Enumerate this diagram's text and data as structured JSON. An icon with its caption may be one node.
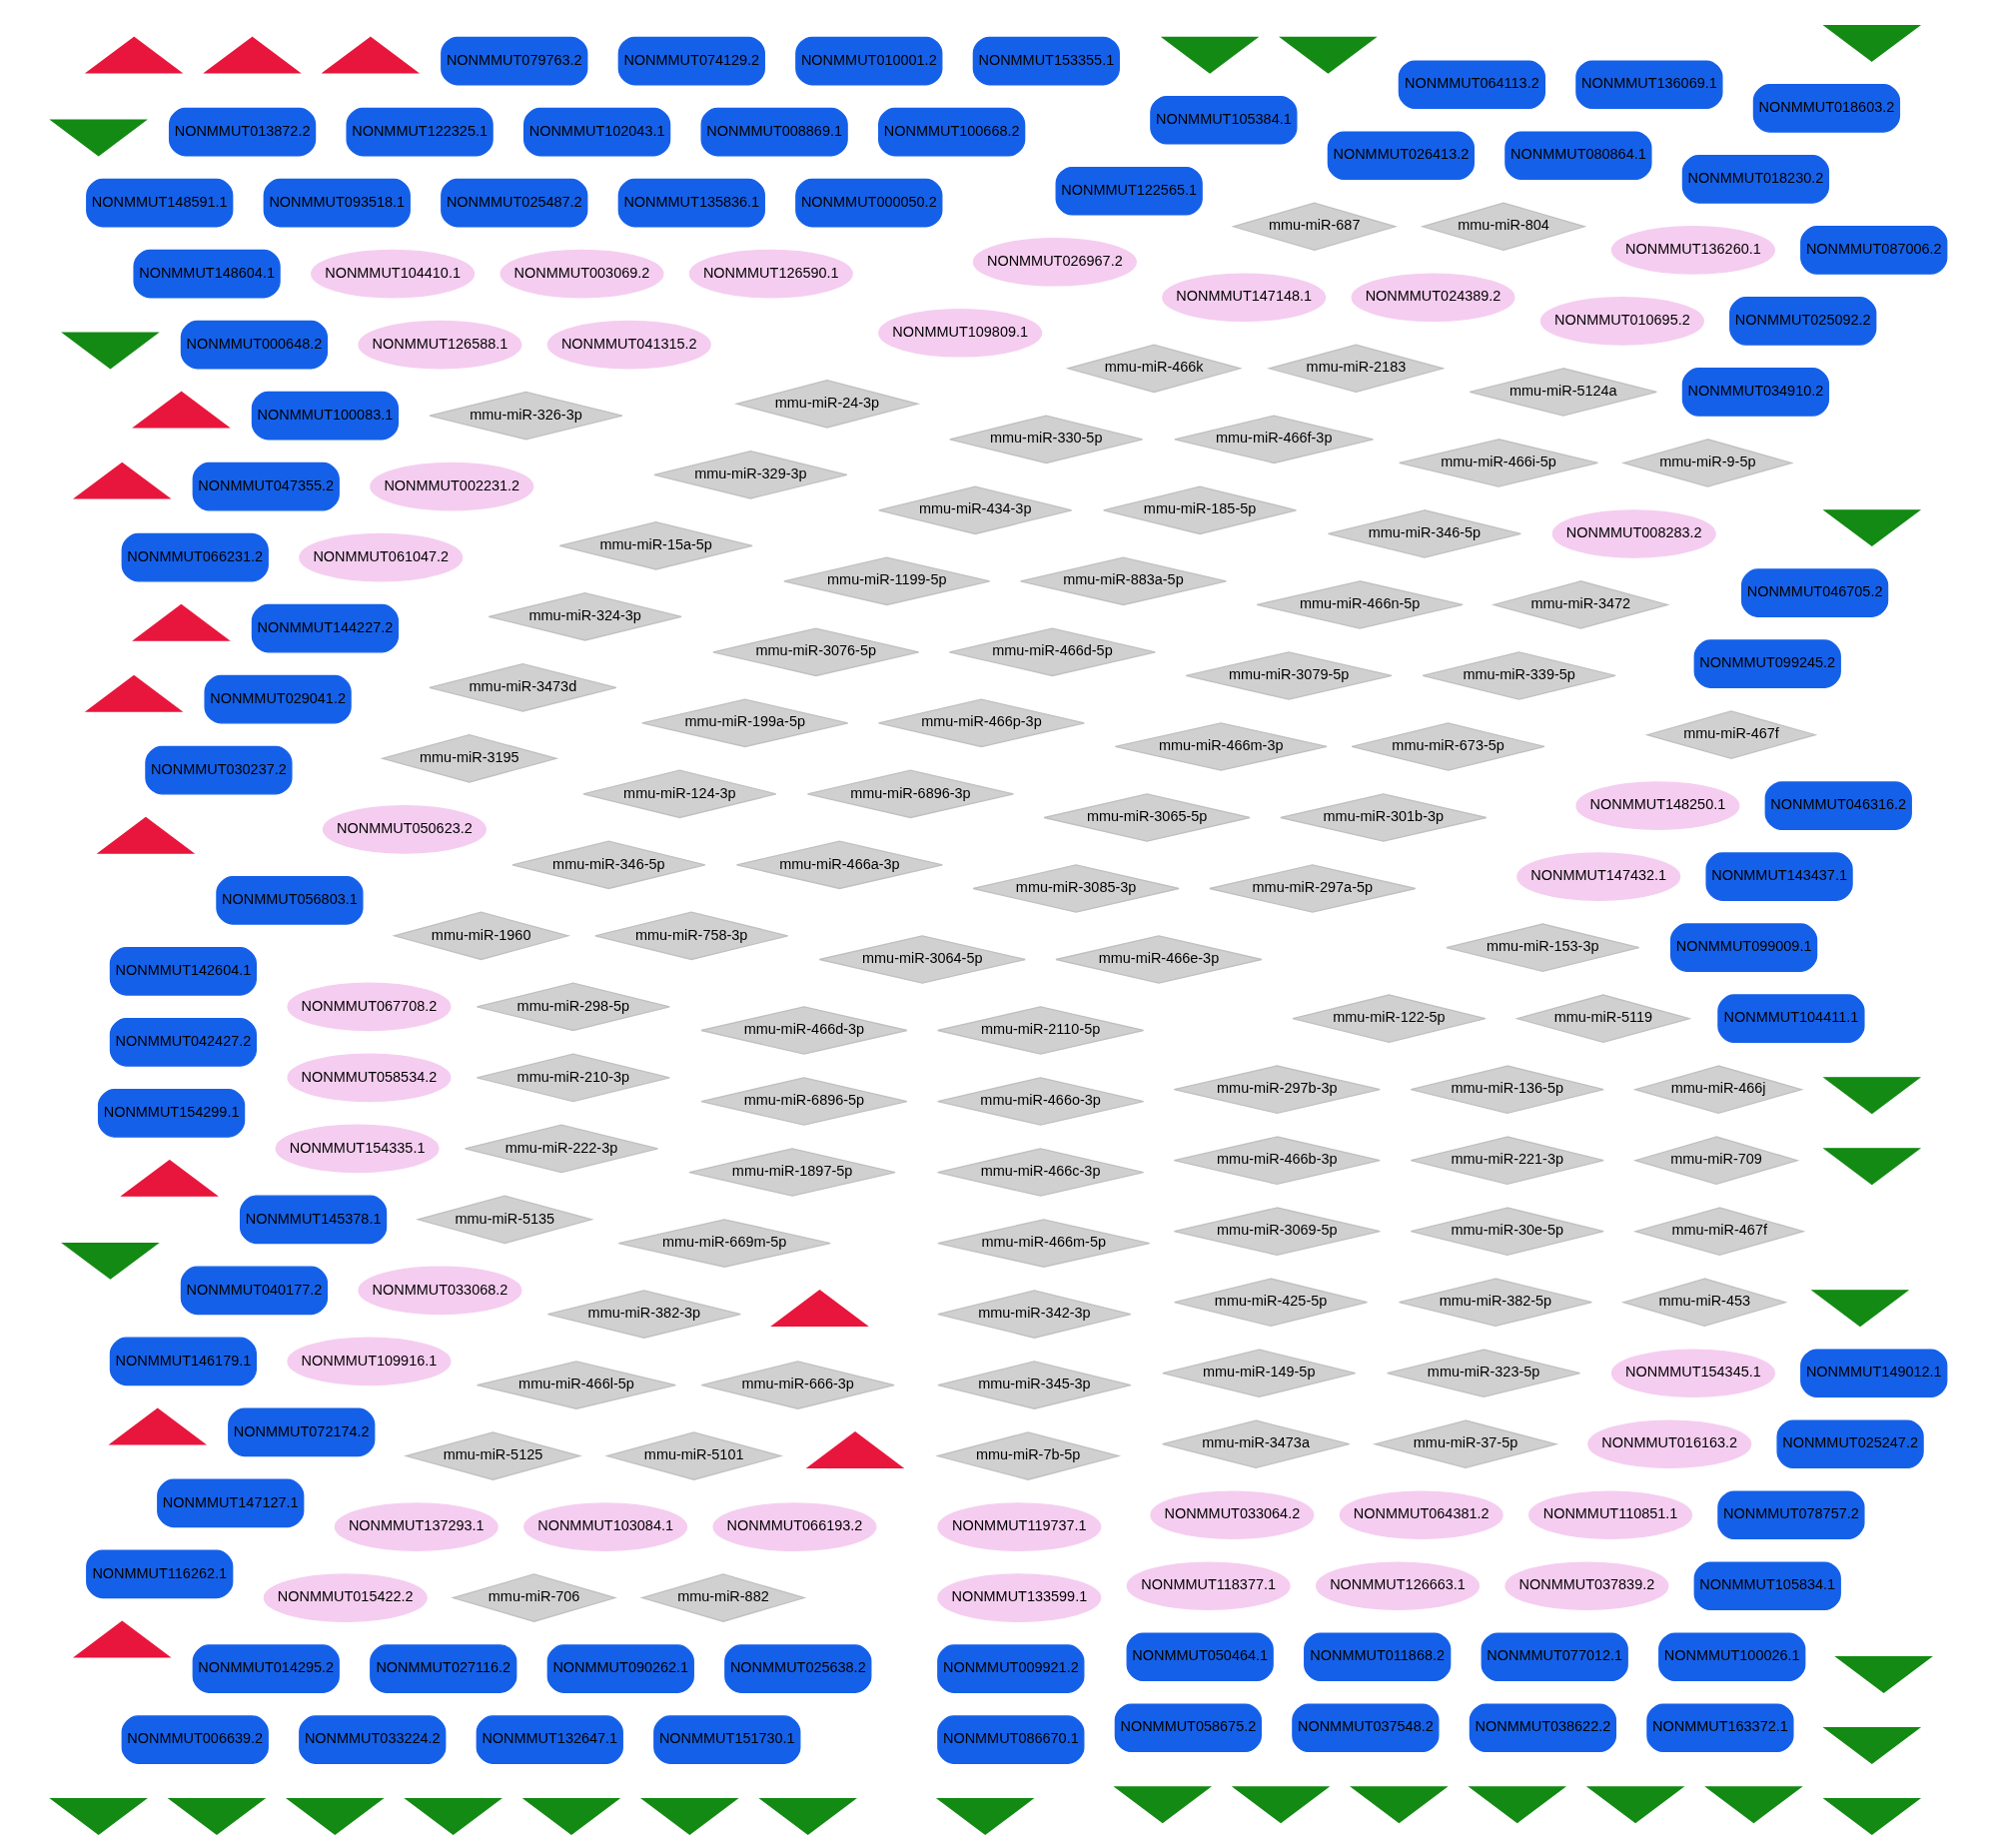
{
  "diagram": {
    "nodes": [
      {
        "text": [
          "NONMMUT100083.1"
        ]
      },
      {
        "text": [
          "NONMMUT144227.2"
        ]
      },
      {
        "text": [
          "NONMMUT145378.1"
        ]
      },
      {
        "text": [
          "NONMMUT072174.2"
        ]
      },
      {
        "text": [
          "NONMMUT000050.2"
        ]
      },
      {
        "text": [
          "NONMMUT135836.1"
        ]
      },
      {
        "text": [
          "NONMMUT025487.2"
        ]
      },
      {
        "text": [
          "NONMMUT093518.1"
        ]
      },
      {
        "text": [
          "NONMMUT056803.1"
        ]
      },
      {
        "text": [
          "NONMMUT050464.1"
        ]
      },
      {
        "text": [
          "NONMMUT011868.2"
        ]
      },
      {
        "text": [
          "NONMMUT077012.1"
        ]
      },
      {
        "text": [
          "NONMMUT100026.1"
        ]
      },
      {
        "text": [
          "NONMMUT099009.1"
        ]
      },
      {
        "text": [
          "NONMMUT122565.1"
        ]
      },
      {
        "text": [
          "NONMMUT029041.2"
        ]
      },
      {
        "text": [
          "NONMMUT009921.2"
        ]
      },
      {
        "text": [
          "NONMMUT034910.2"
        ]
      },
      {
        "text": [
          "NONMMUT018230.2"
        ]
      },
      {
        "text": [
          "NONMMUT047355.2"
        ]
      },
      {
        "text": [
          "NONMMUT014295.2"
        ]
      },
      {
        "text": [
          "NONMMUT027116.2"
        ]
      },
      {
        "text": [
          "NONMMUT090262.1"
        ]
      },
      {
        "text": [
          "NONMMUT025638.2"
        ]
      },
      {
        "text": [
          "NONMMUT105834.1"
        ]
      },
      {
        "text": [
          "NONMMUT099245.2"
        ]
      },
      {
        "text": [
          "NONMMUT000648.2"
        ]
      },
      {
        "text": [
          "NONMMUT040177.2"
        ]
      },
      {
        "text": [
          "NONMMUT143437.1"
        ]
      },
      {
        "text": [
          "NONMMUT080864.1"
        ]
      },
      {
        "text": [
          "NONMMUT026413.2"
        ]
      },
      {
        "text": [
          "NONMMUT078757.2"
        ]
      },
      {
        "text": [
          "NONMMUT104411.1"
        ]
      },
      {
        "text": [
          "NONMMUT147127.1"
        ]
      },
      {
        "text": [
          "NONMMUT025092.2"
        ]
      },
      {
        "text": [
          "NONMMUT100668.2"
        ]
      },
      {
        "text": [
          "NONMMUT008869.1"
        ]
      },
      {
        "text": [
          "NONMMUT102043.1"
        ]
      },
      {
        "text": [
          "NONMMUT122325.1"
        ]
      },
      {
        "text": [
          "NONMMUT013872.2"
        ]
      },
      {
        "text": [
          "NONMMUT030237.2"
        ]
      },
      {
        "text": [
          "NONMMUT058675.2"
        ]
      },
      {
        "text": [
          "NONMMUT037548.2"
        ]
      },
      {
        "text": [
          "NONMMUT038622.2"
        ]
      },
      {
        "text": [
          "NONMMUT163372.1"
        ]
      },
      {
        "text": [
          "NONMMUT046705.2"
        ]
      },
      {
        "text": [
          "NONMMUT105384.1"
        ]
      },
      {
        "text": [
          "NONMMUT148604.1"
        ]
      },
      {
        "text": [
          "NONMMUT086670.1"
        ]
      },
      {
        "text": [
          "NONMMUT018603.2"
        ]
      },
      {
        "text": [
          "NONMMUT066231.2"
        ]
      },
      {
        "text": [
          "NONMMUT006639.2"
        ]
      },
      {
        "text": [
          "NONMMUT033224.2"
        ]
      },
      {
        "text": [
          "NONMMUT132647.1"
        ]
      },
      {
        "text": [
          "NONMMUT151730.1"
        ]
      },
      {
        "text": [
          "NONMMUT046316.2"
        ]
      },
      {
        "text": [
          "NONMMUT142604.1"
        ]
      },
      {
        "text": [
          "NONMMUT042427.2"
        ]
      },
      {
        "text": [
          "NONMMUT146179.1"
        ]
      },
      {
        "text": [
          "NONMMUT025247.2"
        ]
      },
      {
        "text": [
          "NONMMUT136069.1"
        ]
      },
      {
        "text": [
          "NONMMUT064113.2"
        ]
      },
      {
        "text": [
          "NONMMUT154299.1"
        ]
      },
      {
        "text": [
          "NONMMUT148591.1"
        ]
      },
      {
        "text": [
          "NONMMUT116262.1"
        ]
      },
      {
        "text": [
          "NONMMUT149012.1"
        ]
      },
      {
        "text": [
          "NONMMUT087006.2"
        ]
      },
      {
        "text": [
          "NONMMUT153355.1"
        ]
      },
      {
        "text": [
          "NONMMUT010001.2"
        ]
      },
      {
        "text": [
          "NONMMUT074129.2"
        ]
      },
      {
        "text": [
          "NONMMUT079763.2"
        ]
      },
      {
        "text": [
          "NONMMUT002231.2"
        ]
      },
      {
        "text": [
          "NONMMUT147432.1"
        ]
      },
      {
        "text": [
          "NONMMUT041315.2"
        ]
      },
      {
        "text": [
          "NONMMUT126588.1"
        ]
      },
      {
        "text": [
          "NONMMUT033068.2"
        ]
      },
      {
        "text": [
          "NONMMUT033064.2"
        ]
      },
      {
        "text": [
          "NONMMUT064381.2"
        ]
      },
      {
        "text": [
          "NONMMUT110851.1"
        ]
      },
      {
        "text": [
          "NONMMUT109809.1"
        ]
      },
      {
        "text": [
          "NONMMUT119737.1"
        ]
      },
      {
        "text": [
          "NONMMUT010695.2"
        ]
      },
      {
        "text": [
          "NONMMUT137293.1"
        ]
      },
      {
        "text": [
          "NONMMUT103084.1"
        ]
      },
      {
        "text": [
          "NONMMUT066193.2"
        ]
      },
      {
        "text": [
          "NONMMUT008283.2"
        ]
      },
      {
        "text": [
          "NONMMUT050623.2"
        ]
      },
      {
        "text": [
          "NONMMUT024389.2"
        ]
      },
      {
        "text": [
          "NONMMUT147148.1"
        ]
      },
      {
        "text": [
          "NONMMUT148250.1"
        ]
      },
      {
        "text": [
          "NONMMUT061047.2"
        ]
      },
      {
        "text": [
          "NONMMUT016163.2"
        ]
      },
      {
        "text": [
          "NONMMUT126590.1"
        ]
      },
      {
        "text": [
          "NONMMUT003069.2"
        ]
      },
      {
        "text": [
          "NONMMUT104410.1"
        ]
      },
      {
        "text": [
          "NONMMUT067708.2"
        ]
      },
      {
        "text": [
          "NONMMUT058534.2"
        ]
      },
      {
        "text": [
          "NONMMUT109916.1"
        ]
      },
      {
        "text": [
          "NONMMUT118377.1"
        ]
      },
      {
        "text": [
          "NONMMUT126663.1"
        ]
      },
      {
        "text": [
          "NONMMUT037839.2"
        ]
      },
      {
        "text": [
          "NONMMUT026967.2"
        ]
      },
      {
        "text": [
          "NONMMUT154335.1"
        ]
      },
      {
        "text": [
          "NONMMUT133599.1"
        ]
      },
      {
        "text": [
          "NONMMUT154345.1"
        ]
      },
      {
        "text": [
          "NONMMUT136260.1"
        ]
      },
      {
        "text": [
          "NONMMUT015422.2"
        ]
      },
      {
        "text": [
          "mmu-miR-3064-5p"
        ]
      },
      {
        "text": [
          "mmu-miR-3085-3p"
        ]
      },
      {
        "text": [
          "mmu-miR-2110-5p"
        ]
      },
      {
        "text": [
          "mmu-miR-758-3p"
        ]
      },
      {
        "text": [
          "mmu-miR-5135"
        ]
      },
      {
        "text": [
          "mmu-miR-122-5p"
        ]
      },
      {
        "text": [
          "mmu-miR-5125"
        ]
      },
      {
        "text": [
          "mmu-miR-124-3p"
        ]
      },
      {
        "text": [
          "mmu-miR-425-5p"
        ]
      },
      {
        "text": [
          "mmu-miR-3065-5p"
        ]
      },
      {
        "text": [
          "mmu-miR-706"
        ]
      },
      {
        "text": [
          "mmu-miR-3473d"
        ]
      },
      {
        "text": [
          "mmu-miR-15a-5p"
        ]
      },
      {
        "text": [
          "mmu-miR-882"
        ]
      },
      {
        "text": [
          "mmu-miR-342-3p"
        ]
      },
      {
        "text": [
          "mmu-miR-453"
        ]
      },
      {
        "text": [
          "mmu-miR-3473a"
        ]
      },
      {
        "text": [
          "mmu-miR-466e-3p"
        ]
      },
      {
        "text": [
          "mmu-miR-6896-3p"
        ]
      },
      {
        "text": [
          "mmu-miR-466o-3p"
        ]
      },
      {
        "text": [
          "mmu-miR-466m-3p"
        ]
      },
      {
        "text": [
          "mmu-miR-37-5p"
        ]
      },
      {
        "text": [
          "mmu-miR-466p-3p"
        ]
      },
      {
        "text": [
          "mmu-miR-5101"
        ]
      },
      {
        "text": [
          "mmu-miR-466a-3p"
        ]
      },
      {
        "text": [
          "mmu-miR-1960"
        ]
      },
      {
        "text": [
          "mmu-miR-346-5p"
        ]
      },
      {
        "text": [
          "mmu-miR-9-5p"
        ]
      },
      {
        "text": [
          "mmu-miR-24-3p"
        ]
      },
      {
        "text": [
          "mmu-miR-466b-3p"
        ]
      },
      {
        "text": [
          "mmu-miR-297b-3p"
        ]
      },
      {
        "text": [
          "mmu-miR-382-3p"
        ]
      },
      {
        "text": [
          "mmu-miR-673-5p"
        ]
      },
      {
        "text": [
          "mmu-miR-466d-3p"
        ]
      },
      {
        "text": [
          "mmu-miR-6896-5p"
        ]
      },
      {
        "text": [
          "mmu-miR-185-5p"
        ]
      },
      {
        "text": [
          "mmu-miR-434-3p"
        ]
      },
      {
        "text": [
          "mmu-miR-346-5p"
        ]
      },
      {
        "text": [
          "mmu-miR-149-5p"
        ]
      },
      {
        "text": [
          "mmu-miR-466c-3p"
        ]
      },
      {
        "text": [
          "mmu-miR-323-5p"
        ]
      },
      {
        "text": [
          "mmu-miR-329-3p"
        ]
      },
      {
        "text": [
          "mmu-miR-3079-5p"
        ]
      },
      {
        "text": [
          "mmu-miR-7b-5p"
        ]
      },
      {
        "text": [
          "mmu-miR-1897-5p"
        ]
      },
      {
        "text": [
          "mmu-miR-3472"
        ]
      },
      {
        "text": [
          "mmu-miR-324-3p"
        ]
      },
      {
        "text": [
          "mmu-miR-297a-5p"
        ]
      },
      {
        "text": [
          "mmu-miR-345-3p"
        ]
      },
      {
        "text": [
          "mmu-miR-2183"
        ]
      },
      {
        "text": [
          "mmu-miR-382-5p"
        ]
      },
      {
        "text": [
          "mmu-miR-466d-5p"
        ]
      },
      {
        "text": [
          "mmu-miR-466k"
        ]
      },
      {
        "text": [
          "mmu-miR-3076-5p"
        ]
      },
      {
        "text": [
          "mmu-miR-466i-5p"
        ]
      },
      {
        "text": [
          "mmu-miR-199a-5p"
        ]
      },
      {
        "text": [
          "mmu-miR-5124a"
        ]
      },
      {
        "text": [
          "mmu-miR-298-5p"
        ]
      },
      {
        "text": [
          "mmu-miR-3069-5p"
        ]
      },
      {
        "text": [
          "mmu-miR-466m-5p"
        ]
      },
      {
        "text": [
          "mmu-miR-210-3p"
        ]
      },
      {
        "text": [
          "mmu-miR-466l-5p"
        ]
      },
      {
        "text": [
          "mmu-miR-467f"
        ]
      },
      {
        "text": [
          "mmu-miR-466n-5p"
        ]
      },
      {
        "text": [
          "mmu-miR-709"
        ]
      },
      {
        "text": [
          "mmu-miR-666-3p"
        ]
      },
      {
        "text": [
          "mmu-miR-466j"
        ]
      },
      {
        "text": [
          "mmu-miR-669m-5p"
        ]
      },
      {
        "text": [
          "mmu-miR-30e-5p"
        ]
      },
      {
        "text": [
          "mmu-miR-221-3p"
        ]
      },
      {
        "text": [
          "mmu-miR-136-5p"
        ]
      },
      {
        "text": [
          "mmu-miR-222-3p"
        ]
      },
      {
        "text": [
          "mmu-miR-804"
        ]
      },
      {
        "text": [
          "mmu-miR-3195"
        ]
      },
      {
        "text": [
          "mmu-miR-687"
        ]
      },
      {
        "text": [
          "mmu-miR-339-5p"
        ]
      },
      {
        "text": [
          "mmu-miR-301b-3p"
        ]
      },
      {
        "text": [
          "mmu-miR-466f-3p"
        ]
      },
      {
        "text": [
          "mmu-miR-883a-5p"
        ]
      },
      {
        "text": [
          "mmu-miR-330-5p"
        ]
      },
      {
        "text": [
          "mmu-miR-467f"
        ]
      },
      {
        "text": [
          "mmu-miR-153-3p"
        ]
      },
      {
        "text": [
          "mmu-miR-5119"
        ]
      },
      {
        "text": [
          "mmu-miR-326-3p"
        ]
      },
      {
        "text": [
          "mmu-miR-1199-5p"
        ]
      },
      {
        "text": [],
        "shape": "triangle"
      },
      {
        "text": [],
        "shape": "triangle"
      },
      {
        "text": [],
        "shape": "triangle"
      },
      {
        "text": [],
        "shape": "triangle"
      },
      {
        "text": [],
        "shape": "triangle"
      },
      {
        "text": [],
        "shape": "triangle"
      },
      {
        "text": [],
        "shape": "triangle"
      },
      {
        "text": [],
        "shape": "triangle"
      },
      {
        "text": [],
        "shape": "triangle"
      },
      {
        "text": [],
        "shape": "triangle"
      },
      {
        "text": [],
        "shape": "triangle"
      },
      {
        "text": [],
        "shape": "triangle"
      },
      {
        "text": [],
        "shape": "triangle"
      },
      {
        "text": [],
        "shape": "chevron"
      },
      {
        "text": [],
        "shape": "chevron"
      },
      {
        "text": [],
        "shape": "chevron"
      },
      {
        "text": [],
        "shape": "chevron"
      },
      {
        "text": [],
        "shape": "chevron"
      },
      {
        "text": [],
        "shape": "chevron"
      },
      {
        "text": [],
        "shape": "chevron"
      },
      {
        "text": [],
        "shape": "chevron"
      },
      {
        "text": [],
        "shape": "chevron"
      },
      {
        "text": [],
        "shape": "chevron"
      },
      {
        "text": [],
        "shape": "chevron"
      },
      {
        "text": [],
        "shape": "chevron"
      },
      {
        "text": [],
        "shape": "chevron"
      },
      {
        "text": [],
        "shape": "chevron"
      },
      {
        "text": [],
        "shape": "chevron"
      },
      {
        "text": [],
        "shape": "chevron"
      },
      {
        "text": [],
        "shape": "chevron"
      },
      {
        "text": [],
        "shape": "chevron"
      },
      {
        "text": [],
        "shape": "chevron"
      },
      {
        "text": [],
        "shape": "chevron"
      },
      {
        "text": [],
        "shape": "chevron"
      },
      {
        "text": [],
        "shape": "chevron"
      },
      {
        "text": [],
        "shape": "chevron"
      },
      {
        "text": [],
        "shape": "chevron"
      },
      {
        "text": [],
        "shape": "chevron"
      },
      {
        "text": [],
        "shape": "chevron"
      },
      {
        "text": [],
        "shape": "chevron"
      }
    ]
  }
}
